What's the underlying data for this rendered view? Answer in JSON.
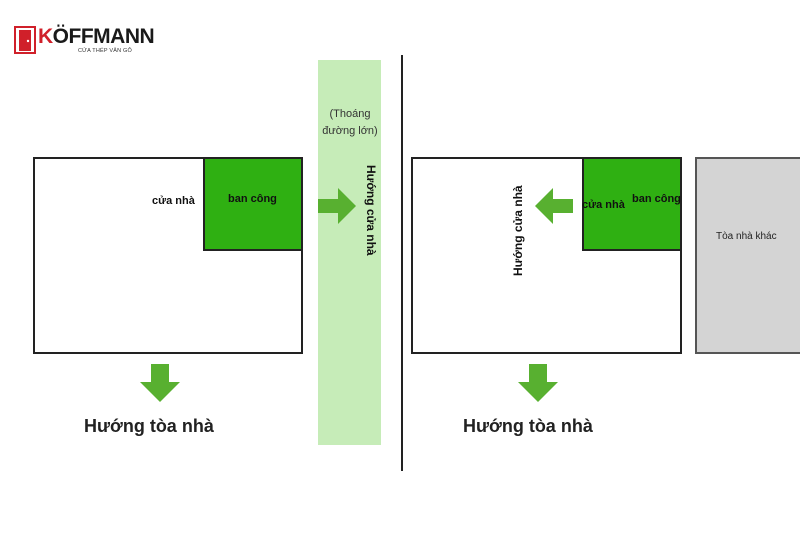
{
  "logo": {
    "brand_letter": "K",
    "brand_rest": "ÖFFMANN",
    "tagline": "CỬA THÉP VÂN GỖ"
  },
  "left": {
    "door_label": "cửa nhà",
    "balcony_label": "ban công",
    "road_note_line1": "(Thoáng",
    "road_note_line2": "đường lớn)",
    "door_direction": "Hướng cửa nhà",
    "building_direction": "Hướng tòa nhà"
  },
  "right": {
    "door_direction": "Hướng cửa nhà",
    "door_label": "cửa nhà",
    "balcony_label": "ban công",
    "other_building": "Tòa nhà khác",
    "building_direction": "Hướng tòa nhà"
  },
  "colors": {
    "green": "#2fb012",
    "arrow_green": "#58b030",
    "road": "#c6ecb8",
    "other_building": "#d4d4d4",
    "brand_red": "#d0202a"
  }
}
